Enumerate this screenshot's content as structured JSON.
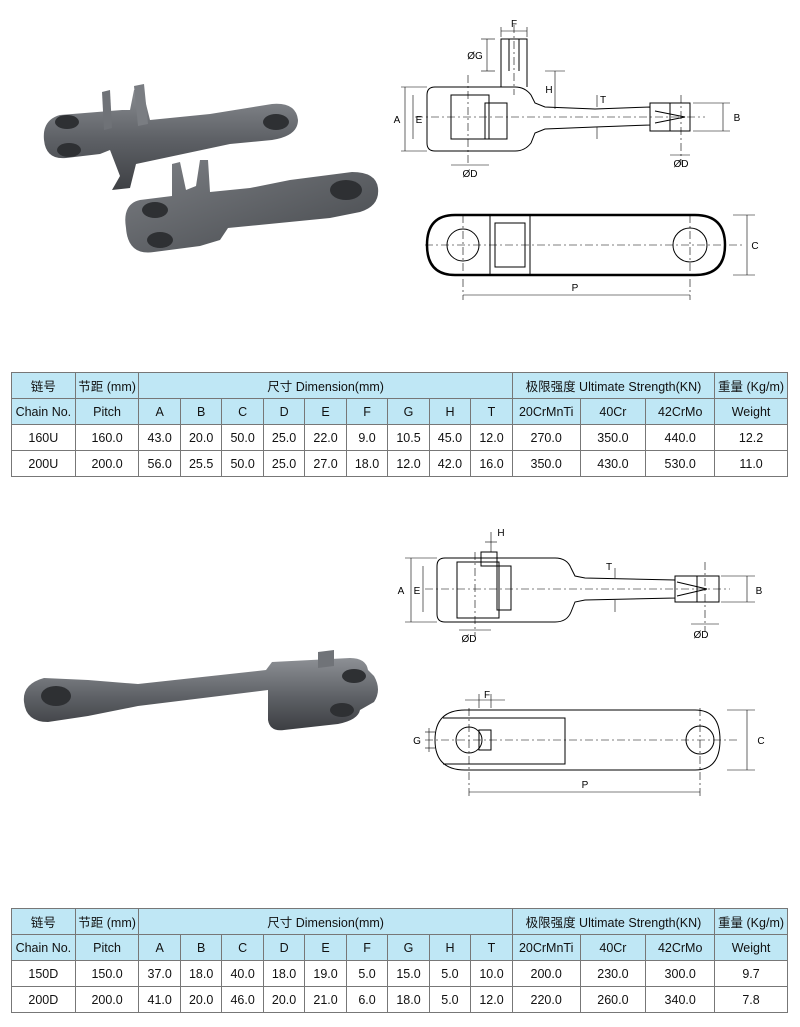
{
  "headers": {
    "chain_cn": "链号",
    "pitch_cn": "节距 (mm)",
    "dimension": "尺寸 Dimension(mm)",
    "strength": "极限强度 Ultimate Strength(KN)",
    "weight_cn": "重量 (Kg/m)",
    "chain_en": "Chain No.",
    "pitch_en": "Pitch",
    "dims": [
      "A",
      "B",
      "C",
      "D",
      "E",
      "F",
      "G",
      "H",
      "T"
    ],
    "materials": [
      "20CrMnTi",
      "40Cr",
      "42CrMo"
    ],
    "weight_en": "Weight"
  },
  "drawing_labels": {
    "top": {
      "F": "F",
      "G": "ØG",
      "H": "H",
      "T": "T",
      "A": "A",
      "E": "E",
      "B": "B",
      "D1": "ØD",
      "D2": "ØD",
      "C": "C",
      "P": "P"
    },
    "bottom": {
      "H": "H",
      "T": "T",
      "A": "A",
      "E": "E",
      "B": "B",
      "D1": "ØD",
      "D2": "ØD",
      "F": "F",
      "G": "G",
      "C": "C",
      "P": "P"
    }
  },
  "table1": {
    "rows": [
      {
        "chain": "160U",
        "pitch": "160.0",
        "dims": [
          "43.0",
          "20.0",
          "50.0",
          "25.0",
          "22.0",
          "9.0",
          "10.5",
          "45.0",
          "12.0"
        ],
        "strength": [
          "270.0",
          "350.0",
          "440.0"
        ],
        "weight": "12.2"
      },
      {
        "chain": "200U",
        "pitch": "200.0",
        "dims": [
          "56.0",
          "25.5",
          "50.0",
          "25.0",
          "27.0",
          "18.0",
          "12.0",
          "42.0",
          "16.0"
        ],
        "strength": [
          "350.0",
          "430.0",
          "530.0"
        ],
        "weight": "11.0"
      }
    ]
  },
  "table2": {
    "rows": [
      {
        "chain": "150D",
        "pitch": "150.0",
        "dims": [
          "37.0",
          "18.0",
          "40.0",
          "18.0",
          "19.0",
          "5.0",
          "15.0",
          "5.0",
          "10.0"
        ],
        "strength": [
          "200.0",
          "230.0",
          "300.0"
        ],
        "weight": "9.7"
      },
      {
        "chain": "200D",
        "pitch": "200.0",
        "dims": [
          "41.0",
          "20.0",
          "46.0",
          "20.0",
          "21.0",
          "6.0",
          "18.0",
          "5.0",
          "12.0"
        ],
        "strength": [
          "220.0",
          "260.0",
          "340.0"
        ],
        "weight": "7.8"
      }
    ]
  }
}
